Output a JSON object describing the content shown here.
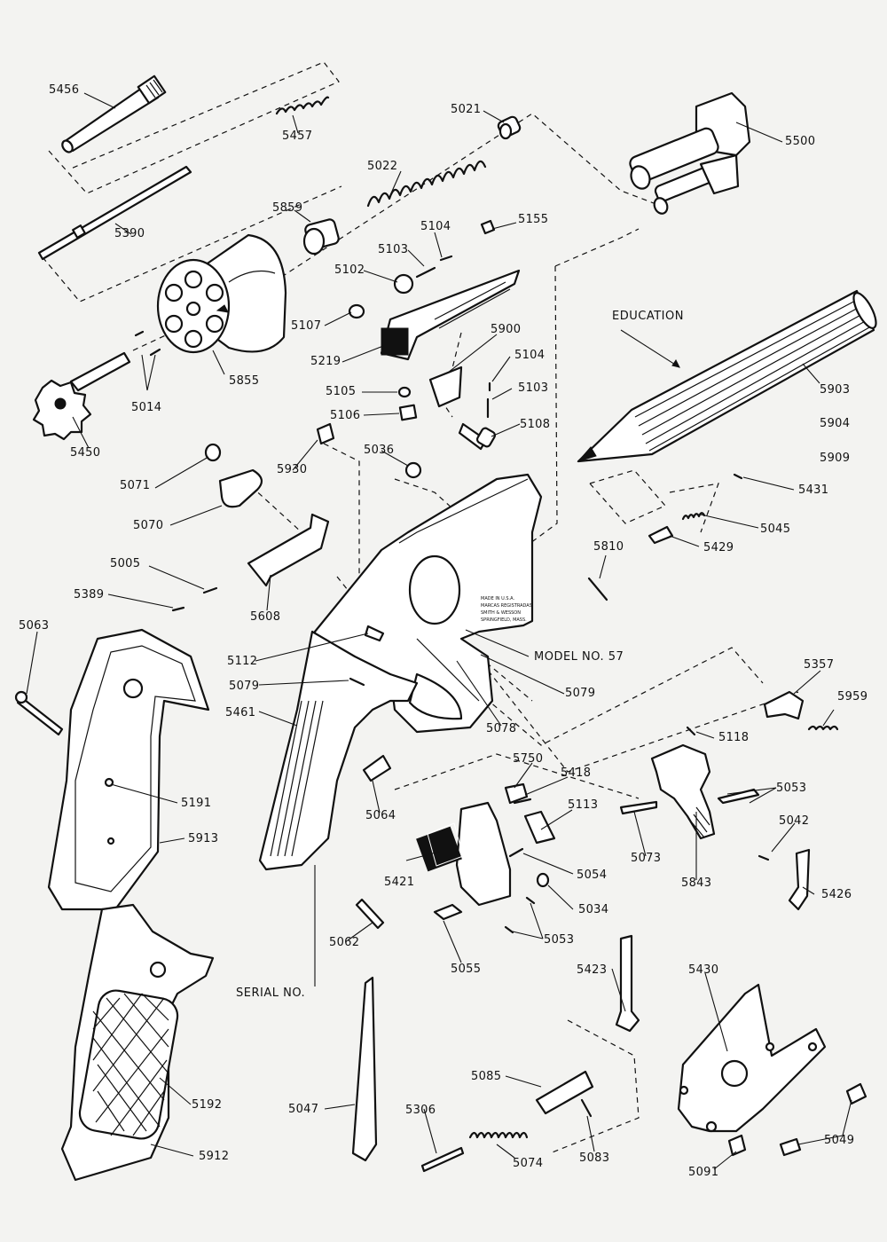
{
  "callouts": {
    "education": "EDUCATION",
    "model": "MODEL NO. 57",
    "serial": "SERIAL NO."
  },
  "frame_stamp": [
    "MADE IN U.S.A.",
    "MARCAS REGISTRADAS",
    "SMITH & WESSON",
    "SPRINGFIELD, MASS."
  ],
  "parts": [
    {
      "id": "p5456",
      "label": "5456"
    },
    {
      "id": "p5457",
      "label": "5457"
    },
    {
      "id": "p5021",
      "label": "5021"
    },
    {
      "id": "p5500",
      "label": "5500"
    },
    {
      "id": "p5022",
      "label": "5022"
    },
    {
      "id": "p5859",
      "label": "5859"
    },
    {
      "id": "p5104a",
      "label": "5104"
    },
    {
      "id": "p5155",
      "label": "5155"
    },
    {
      "id": "p5390",
      "label": "5390"
    },
    {
      "id": "p5103a",
      "label": "5103"
    },
    {
      "id": "p5102",
      "label": "5102"
    },
    {
      "id": "p5107",
      "label": "5107"
    },
    {
      "id": "p5900",
      "label": "5900"
    },
    {
      "id": "p5219",
      "label": "5219"
    },
    {
      "id": "p5104b",
      "label": "5104"
    },
    {
      "id": "p5855",
      "label": "5855"
    },
    {
      "id": "p5105",
      "label": "5105"
    },
    {
      "id": "p5103b",
      "label": "5103"
    },
    {
      "id": "p5903",
      "label": "5903"
    },
    {
      "id": "p5014",
      "label": "5014"
    },
    {
      "id": "p5106",
      "label": "5106"
    },
    {
      "id": "p5108",
      "label": "5108"
    },
    {
      "id": "p5904",
      "label": "5904"
    },
    {
      "id": "p5450",
      "label": "5450"
    },
    {
      "id": "p5909",
      "label": "5909"
    },
    {
      "id": "p5036",
      "label": "5036"
    },
    {
      "id": "p5071",
      "label": "5071"
    },
    {
      "id": "p5930",
      "label": "5930"
    },
    {
      "id": "p5431",
      "label": "5431"
    },
    {
      "id": "p5070",
      "label": "5070"
    },
    {
      "id": "p5045",
      "label": "5045"
    },
    {
      "id": "p5429",
      "label": "5429"
    },
    {
      "id": "p5005",
      "label": "5005"
    },
    {
      "id": "p5810",
      "label": "5810"
    },
    {
      "id": "p5389",
      "label": "5389"
    },
    {
      "id": "p5608",
      "label": "5608"
    },
    {
      "id": "p5063",
      "label": "5063"
    },
    {
      "id": "p5112",
      "label": "5112"
    },
    {
      "id": "p5357",
      "label": "5357"
    },
    {
      "id": "p5079a",
      "label": "5079"
    },
    {
      "id": "p5079b",
      "label": "5079"
    },
    {
      "id": "p5959",
      "label": "5959"
    },
    {
      "id": "p5461",
      "label": "5461"
    },
    {
      "id": "p5078",
      "label": "5078"
    },
    {
      "id": "p5118",
      "label": "5118"
    },
    {
      "id": "p5750",
      "label": "5750"
    },
    {
      "id": "p5418",
      "label": "5418"
    },
    {
      "id": "p5053a",
      "label": "5053"
    },
    {
      "id": "p5191",
      "label": "5191"
    },
    {
      "id": "p5113",
      "label": "5113"
    },
    {
      "id": "p5064",
      "label": "5064"
    },
    {
      "id": "p5913",
      "label": "5913"
    },
    {
      "id": "p5042",
      "label": "5042"
    },
    {
      "id": "p5073",
      "label": "5073"
    },
    {
      "id": "p5421",
      "label": "5421"
    },
    {
      "id": "p5054",
      "label": "5054"
    },
    {
      "id": "p5843",
      "label": "5843"
    },
    {
      "id": "p5426",
      "label": "5426"
    },
    {
      "id": "p5034",
      "label": "5034"
    },
    {
      "id": "p5062",
      "label": "5062"
    },
    {
      "id": "p5053b",
      "label": "5053"
    },
    {
      "id": "p5055",
      "label": "5055"
    },
    {
      "id": "p5423",
      "label": "5423"
    },
    {
      "id": "p5430",
      "label": "5430"
    },
    {
      "id": "p5085",
      "label": "5085"
    },
    {
      "id": "p5047",
      "label": "5047"
    },
    {
      "id": "p5192",
      "label": "5192"
    },
    {
      "id": "p5306",
      "label": "5306"
    },
    {
      "id": "p5049",
      "label": "5049"
    },
    {
      "id": "p5912",
      "label": "5912"
    },
    {
      "id": "p5074",
      "label": "5074"
    },
    {
      "id": "p5083",
      "label": "5083"
    },
    {
      "id": "p5091",
      "label": "5091"
    }
  ]
}
